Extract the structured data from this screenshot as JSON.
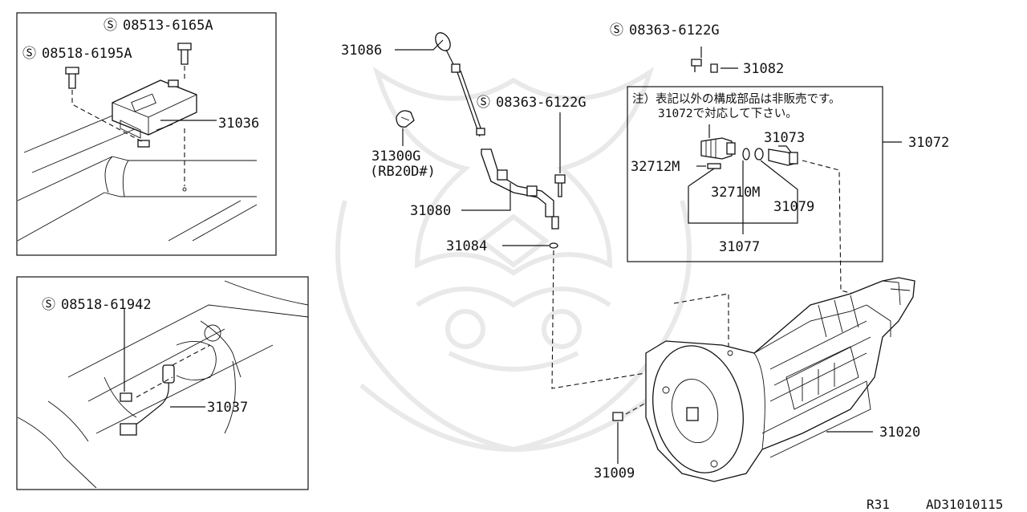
{
  "labels": {
    "s_08513_6165a": "08513-6165A",
    "s_08518_6195a": "08518-6195A",
    "p_31036": "31036",
    "s_08518_61942": "08518-61942",
    "p_31037": "31037",
    "p_31086": "31086",
    "p_31300g": "31300G",
    "p_rb20d": "(RB20D#)",
    "p_31080": "31080",
    "p_31084": "31084",
    "s_08363_6122g_top": "08363-6122G",
    "s_08363_6122g_mid": "08363-6122G",
    "p_31082": "31082",
    "p_31072": "31072",
    "p_31073": "31073",
    "p_32712m": "32712M",
    "p_32710m": "32710M",
    "p_31079": "31079",
    "p_31077": "31077",
    "p_31020": "31020",
    "p_31009": "31009"
  },
  "symbols": {
    "standard_part": "S"
  },
  "note": {
    "line1": "注）表記以外の構成部品は非販売です。",
    "line2": "31072で対応して下さい。"
  },
  "footer": {
    "model": "R31",
    "code": "AD31010115"
  }
}
